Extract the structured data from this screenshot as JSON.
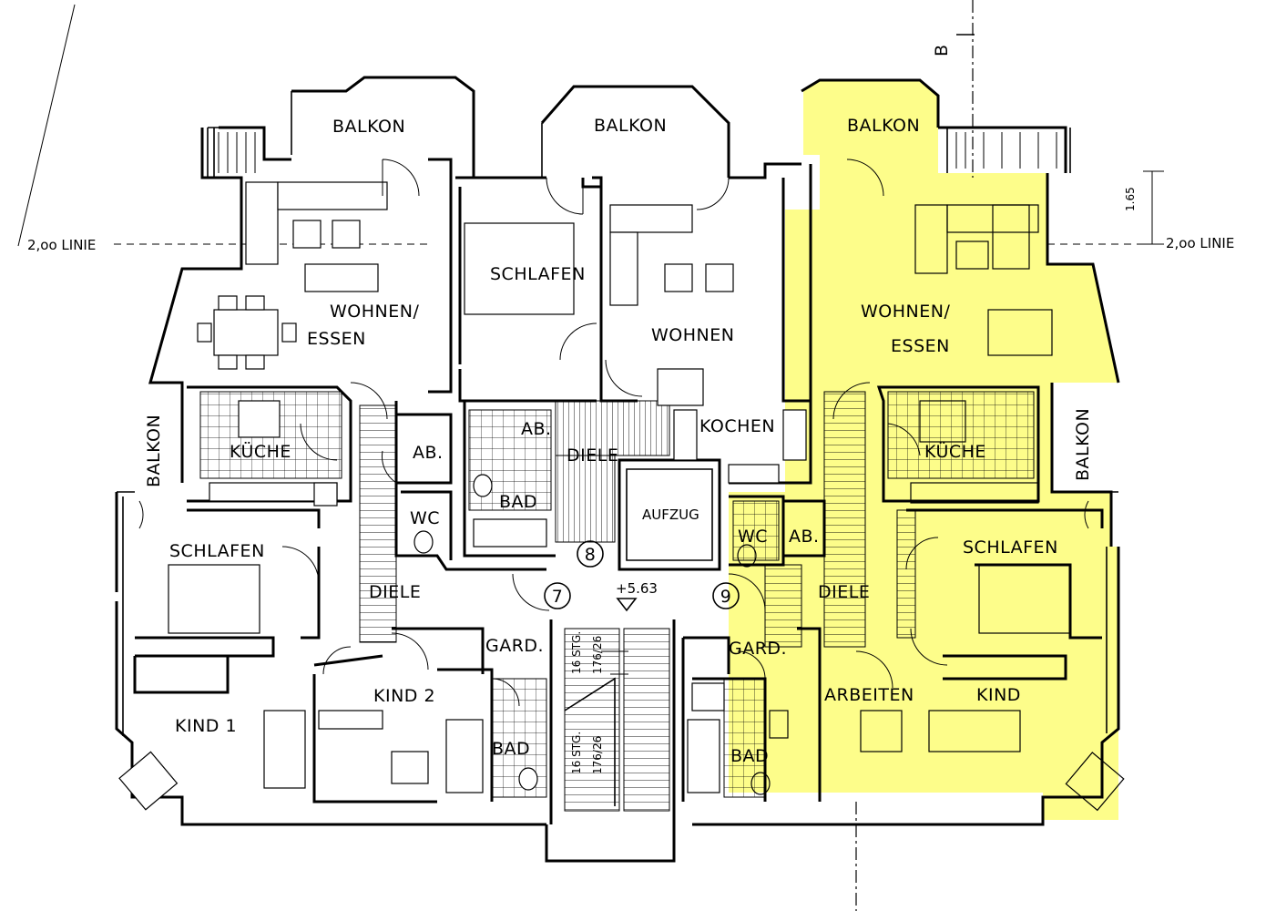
{
  "drawing": {
    "highlight_color": "#fdfd8a",
    "line_color": "#000000",
    "section_marker": "B",
    "level_marker": "+5.63",
    "dimension_1": "1.65",
    "line_left": "2,oo LINIE",
    "line_right": "2,oo LINIE"
  },
  "rooms": {
    "balkon_1": "BALKON",
    "balkon_2": "BALKON",
    "balkon_3": "BALKON",
    "balkon_left": "BALKON",
    "balkon_right": "BALKON",
    "wohnen_essen_left_1": "WOHNEN/",
    "wohnen_essen_left_2": "ESSEN",
    "schlafen_mid": "SCHLAFEN",
    "wohnen_mid": "WOHNEN",
    "wohnen_essen_right_1": "WOHNEN/",
    "wohnen_essen_right_2": "ESSEN",
    "kueche_left": "KÜCHE",
    "kueche_right": "KÜCHE",
    "ab_left": "AB.",
    "ab_mid": "AB.",
    "ab_right": "AB.",
    "diele_mid": "DIELE",
    "kochen_mid": "KOCHEN",
    "wc_left": "WC",
    "wc_right": "WC",
    "bad_mid": "BAD",
    "aufzug": "AUFZUG",
    "schlafen_left": "SCHLAFEN",
    "schlafen_right": "SCHLAFEN",
    "diele_left": "DIELE",
    "diele_right": "DIELE",
    "gard_left": "GARD.",
    "gard_right": "GARD.",
    "kind1": "KIND 1",
    "kind2": "KIND 2",
    "bad_left": "BAD",
    "bad_right": "BAD",
    "arbeiten": "ARBEITEN",
    "kind_right": "KIND",
    "stg_1": "16 STG.",
    "stg_1b": "176/26",
    "stg_2": "16 STG.",
    "stg_2b": "176/26"
  },
  "units": {
    "unit_7": "7",
    "unit_8": "8",
    "unit_9": "9"
  }
}
